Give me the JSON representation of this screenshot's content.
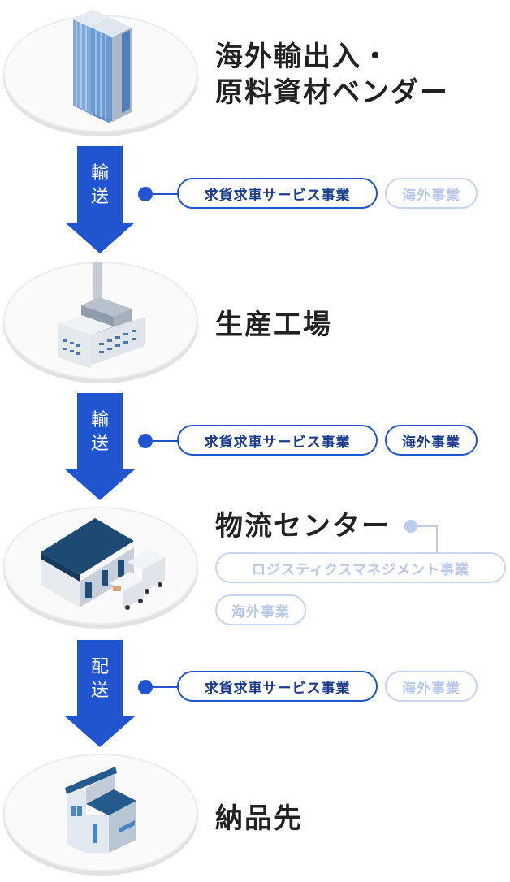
{
  "colors": {
    "accent": "#2155d0",
    "accent_text": "#1b3d8f",
    "faded": "#c6d4f2",
    "title_text": "#222222"
  },
  "nodes": [
    {
      "title": "海外輸出入・\n原料資材ベンダー",
      "icon": "office-building-icon"
    },
    {
      "title": "生産工場",
      "icon": "factory-icon"
    },
    {
      "title": "物流センター",
      "icon": "warehouse-icon"
    },
    {
      "title": "納品先",
      "icon": "house-icon"
    }
  ],
  "arrows": [
    {
      "label_top": "輸",
      "label_bottom": "送",
      "tags": [
        {
          "label": "求貨求車サービス事業",
          "active": true
        },
        {
          "label": "海外事業",
          "active": false
        }
      ]
    },
    {
      "label_top": "輸",
      "label_bottom": "送",
      "tags": [
        {
          "label": "求貨求車サービス事業",
          "active": true
        },
        {
          "label": "海外事業",
          "active": true
        }
      ]
    },
    {
      "label_top": "配",
      "label_bottom": "送",
      "tags": [
        {
          "label": "求貨求車サービス事業",
          "active": true
        },
        {
          "label": "海外事業",
          "active": false
        }
      ]
    }
  ],
  "logistics_center_tags": [
    {
      "label": "ロジスティクスマネジメント事業",
      "active": false
    },
    {
      "label": "海外事業",
      "active": false
    }
  ]
}
